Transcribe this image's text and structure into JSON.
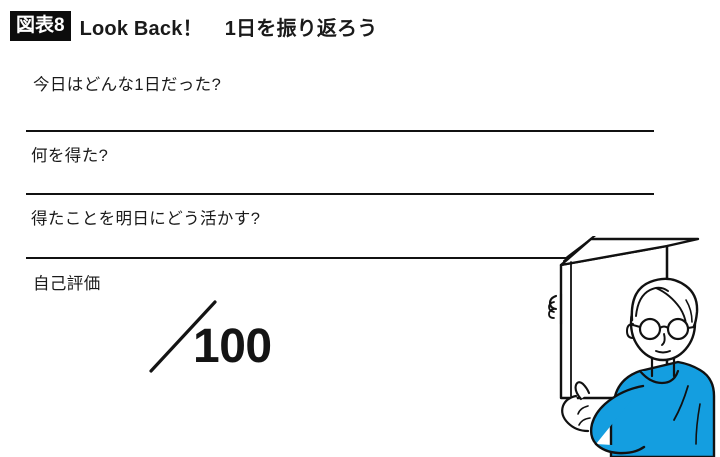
{
  "header": {
    "badge": "図表8",
    "title": "Look Back！",
    "subtitle": "1日を振り返ろう"
  },
  "questions": [
    {
      "id": "q1",
      "label": "今日はどんな1日だった?"
    },
    {
      "id": "q2",
      "label": "何を得た?"
    },
    {
      "id": "q3",
      "label": "得たことを明日にどう活かす?"
    },
    {
      "id": "q4",
      "label": "自己評価"
    }
  ],
  "score": {
    "slash": "/",
    "max": "100"
  },
  "illustration": {
    "alt": "person-holding-book",
    "shirt_color": "#149ee0",
    "line_color": "#111111",
    "skin_color": "#ffffff"
  },
  "colors": {
    "ink": "#111111",
    "paper": "#ffffff",
    "badge_bg": "#0d0d0d",
    "badge_text": "#ffffff",
    "accent_blue": "#149ee0"
  }
}
